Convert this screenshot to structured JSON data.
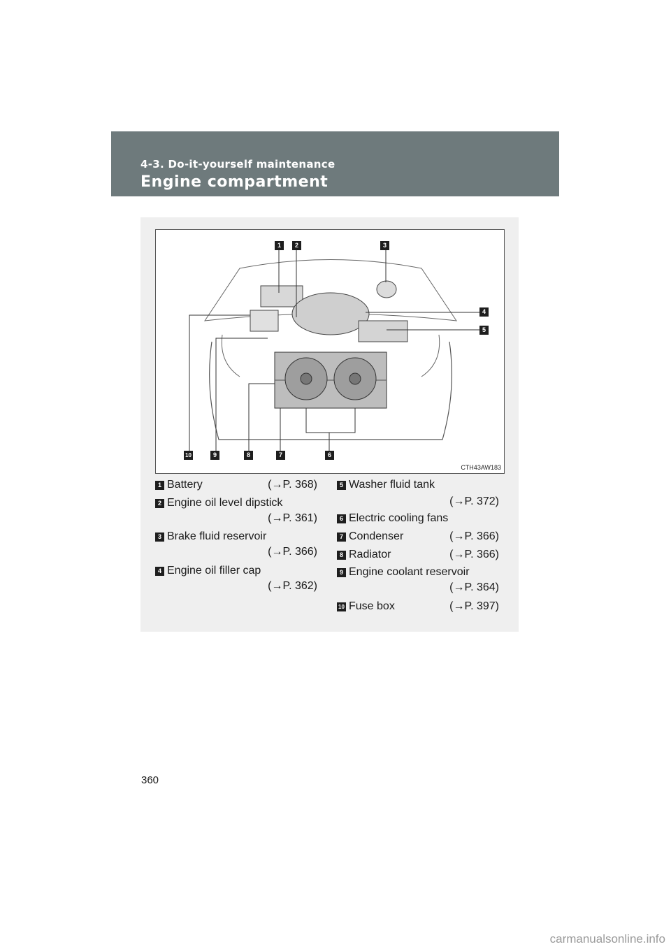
{
  "header": {
    "section": "4-3. Do-it-yourself maintenance",
    "title": "Engine compartment"
  },
  "figure": {
    "code": "CTH43AW183",
    "callouts": [
      "1",
      "2",
      "3",
      "4",
      "5",
      "6",
      "7",
      "8",
      "9",
      "10"
    ]
  },
  "legend": [
    {
      "num": "1",
      "label": "Battery",
      "ref": "(→P. 368)"
    },
    {
      "num": "2",
      "label": "Engine oil level dipstick",
      "ref": "(→P. 361)"
    },
    {
      "num": "3",
      "label": "Brake fluid reservoir",
      "ref": "(→P. 366)"
    },
    {
      "num": "4",
      "label": "Engine oil filler cap",
      "ref": "(→P. 362)"
    },
    {
      "num": "5",
      "label": "Washer fluid tank",
      "ref": "(→P. 372)"
    },
    {
      "num": "6",
      "label": "Electric cooling fans",
      "ref": ""
    },
    {
      "num": "7",
      "label": "Condenser",
      "ref": "(→P. 366)"
    },
    {
      "num": "8",
      "label": "Radiator",
      "ref": "(→P. 366)"
    },
    {
      "num": "9",
      "label": "Engine coolant reservoir",
      "ref": "(→P. 364)"
    },
    {
      "num": "10",
      "label": "Fuse box",
      "ref": "(→P. 397)"
    }
  ],
  "page_number": "360",
  "watermark": "carmanualsonline.info"
}
